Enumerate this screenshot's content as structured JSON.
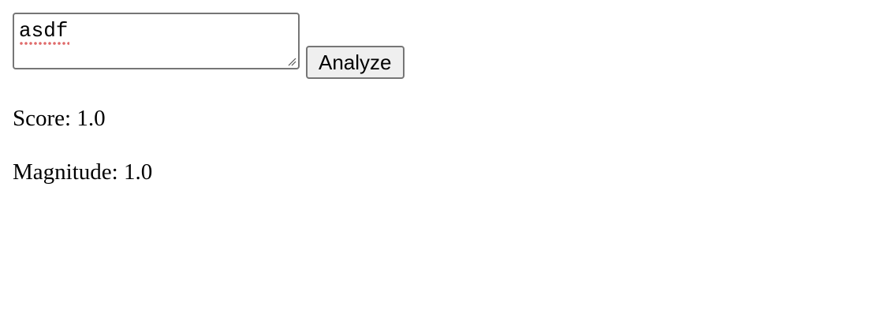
{
  "form": {
    "text_value": "asdf",
    "analyze_label": "Analyze"
  },
  "results": {
    "score_label": "Score:",
    "score_value": "1.0",
    "magnitude_label": "Magnitude:",
    "magnitude_value": "1.0"
  }
}
